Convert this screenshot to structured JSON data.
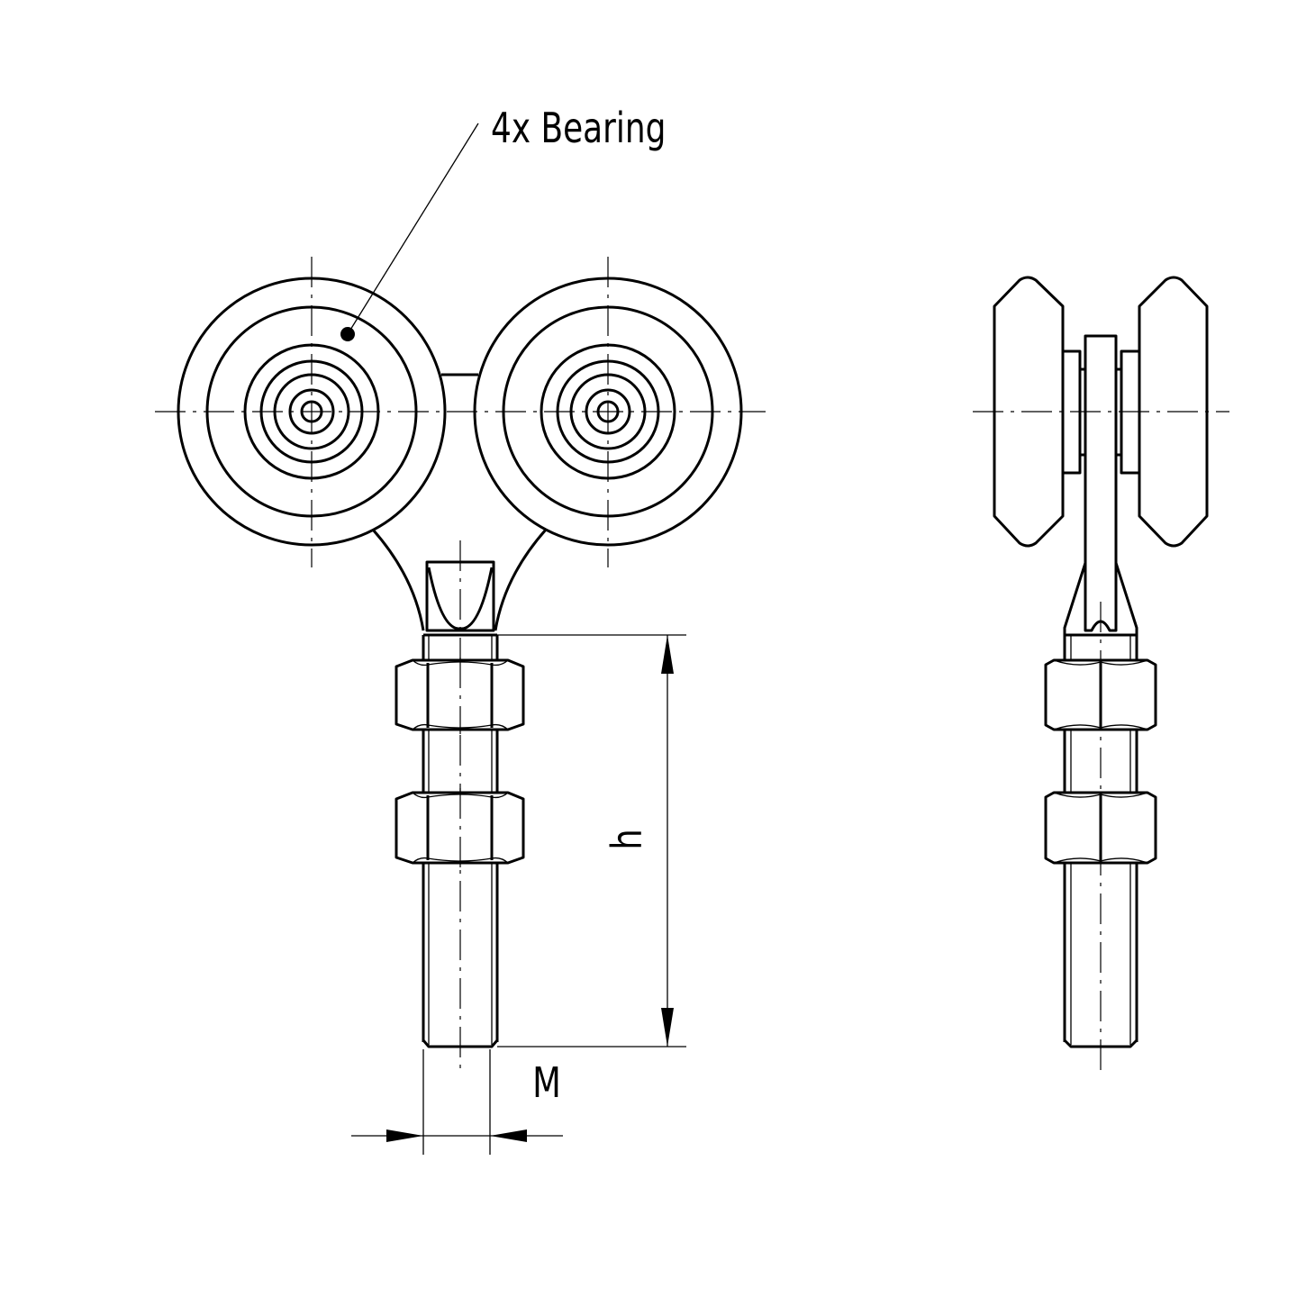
{
  "labels": {
    "bearing_callout": "4x Bearing",
    "height_dim": "h",
    "thread_dim": "M"
  },
  "colors": {
    "line": "#000000",
    "background": "#ffffff"
  }
}
